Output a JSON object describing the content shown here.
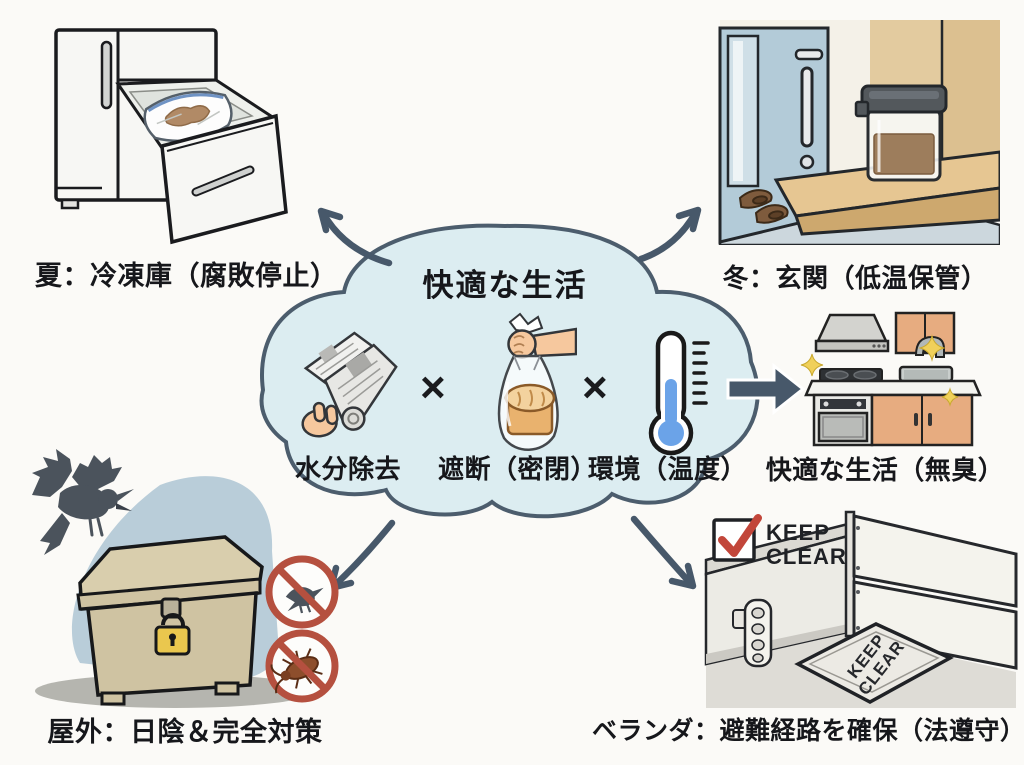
{
  "diagram": {
    "center": {
      "title": "快適な生活",
      "operator": "×",
      "factors": [
        {
          "icon": "newspaper-icon",
          "label": "水分除去"
        },
        {
          "icon": "bread-bag-icon",
          "label": "遮断（密閉）"
        },
        {
          "icon": "thermometer-icon",
          "label": "環境（温度）"
        }
      ]
    },
    "labels": {
      "top_left": "夏：冷凍庫（腐敗停止）",
      "top_right": "冬：玄関（低温保管）",
      "result": "快適な生活（無臭）",
      "bottom_left": "屋外：日陰＆完全対策",
      "bottom_right": "ベランダ：避難経路を確保（法遵守）"
    },
    "keep_clear_badge": {
      "line1": "KEEP",
      "line2": "CLEAR"
    },
    "keep_clear_mat": {
      "line1": "KEEP",
      "line2": "CLEAR"
    },
    "icons": [
      "freezer-drawer-icon",
      "entryway-container-icon",
      "clean-kitchen-icon",
      "crow-locked-box-icon",
      "balcony-hatch-icon",
      "no-crow-icon",
      "no-roach-icon",
      "check-box-icon",
      "sparkle-icon"
    ],
    "colors": {
      "cloud_fill": "#dcedf1",
      "cloud_stroke": "#4c5d6d",
      "arrow": "#47586a",
      "prohibition_red": "#b5503f",
      "check_red": "#c2463a",
      "sparkle_yellow": "#f0d05a",
      "crow_gray": "#4b535c",
      "box_tan": "#cfc3a2",
      "thermometer_blue": "#6ba3e8"
    }
  }
}
